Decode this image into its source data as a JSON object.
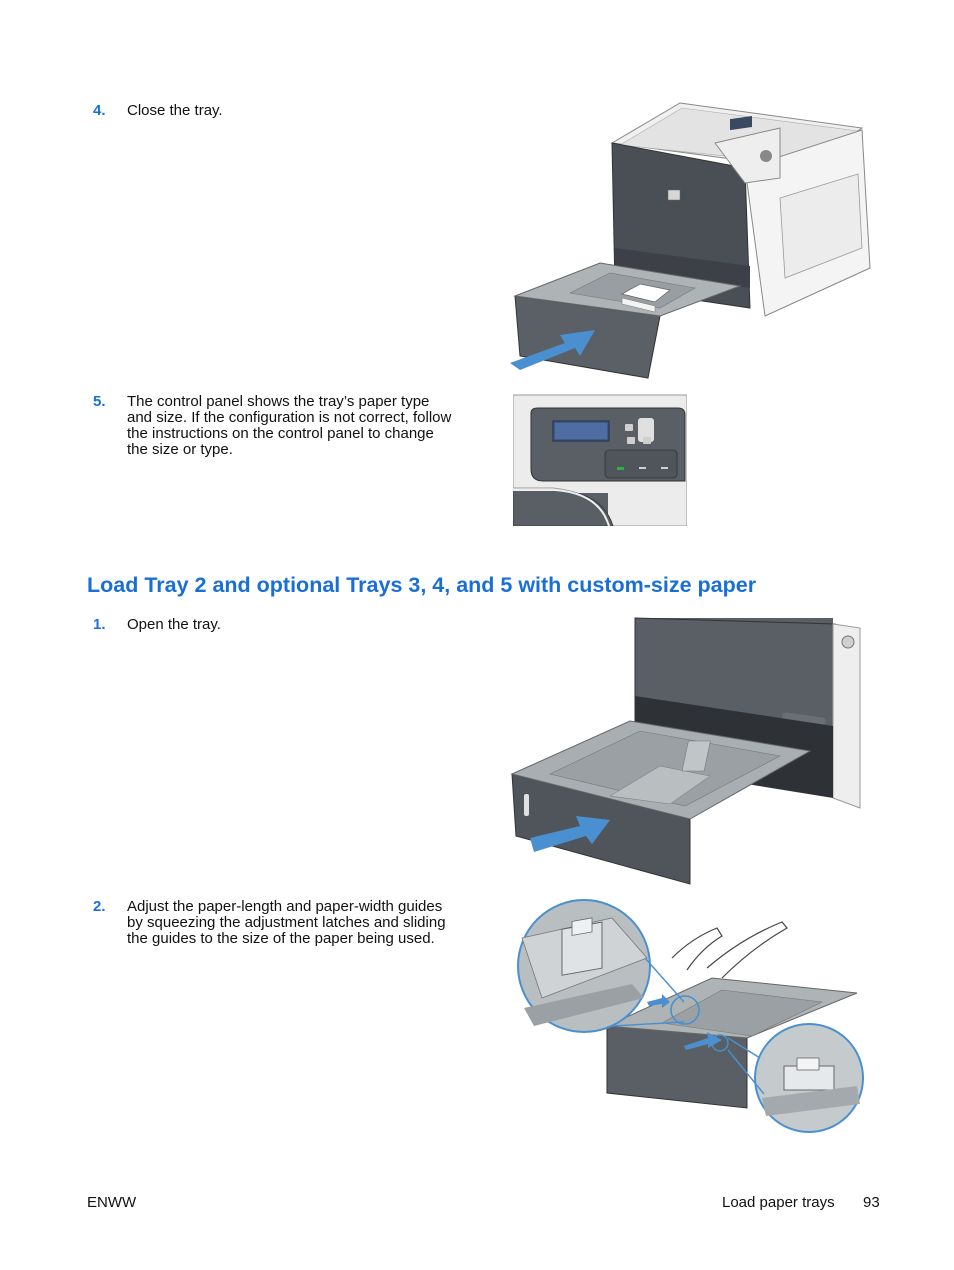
{
  "steps_top": [
    {
      "number": "4.",
      "text": "Close the tray."
    },
    {
      "number": "5.",
      "text": "The control panel shows the tray’s paper type and size. If the configuration is not correct, follow the instructions on the control panel to change the size or type."
    }
  ],
  "section": {
    "heading": "Load Tray 2 and optional Trays 3, 4, and 5 with custom-size paper"
  },
  "steps_bottom": [
    {
      "number": "1.",
      "text": "Open the tray."
    },
    {
      "number": "2.",
      "text": "Adjust the paper-length and paper-width guides by squeezing the adjustment latches and sliding the guides to the size of the paper being used."
    }
  ],
  "footer": {
    "left": "ENWW",
    "section": "Load paper trays",
    "page": "93"
  },
  "colors": {
    "accent": "#1a6fd6",
    "arrow": "#4a90d0",
    "printer_dark": "#4a4f55",
    "tray_gray": "#8f9599"
  }
}
